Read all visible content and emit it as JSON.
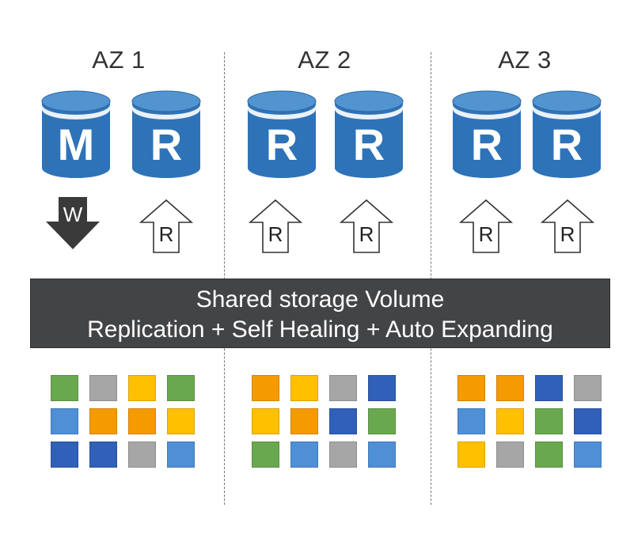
{
  "az_labels": [
    "AZ 1",
    "AZ 2",
    "AZ 3"
  ],
  "instances": [
    {
      "letter": "M"
    },
    {
      "letter": "R"
    },
    {
      "letter": "R"
    },
    {
      "letter": "R"
    },
    {
      "letter": "R"
    },
    {
      "letter": "R"
    }
  ],
  "arrows": [
    {
      "letter": "W",
      "direction": "down"
    },
    {
      "letter": "R",
      "direction": "up"
    },
    {
      "letter": "R",
      "direction": "up"
    },
    {
      "letter": "R",
      "direction": "up"
    },
    {
      "letter": "R",
      "direction": "up"
    },
    {
      "letter": "R",
      "direction": "up"
    }
  ],
  "storage": {
    "line1": "Shared storage Volume",
    "line2": "Replication + Self Healing + Auto Expanding"
  },
  "colors": {
    "db_body": "#2e73b8",
    "db_top": "#5294cf",
    "arrow_dark": "#3a3a3a",
    "bar": "#434446",
    "green": "#6aa84f",
    "gray": "#a6a6a6",
    "yellow": "#ffc000",
    "orange": "#f59b00",
    "light_blue": "#4f8fd6",
    "dark_blue": "#3060b8"
  },
  "blocks": [
    [
      [
        "green",
        "gray",
        "yellow",
        "green"
      ],
      [
        "light_blue",
        "orange",
        "orange",
        "yellow"
      ],
      [
        "dark_blue",
        "dark_blue",
        "gray",
        "light_blue"
      ]
    ],
    [
      [
        "orange",
        "yellow",
        "gray",
        "dark_blue"
      ],
      [
        "yellow",
        "orange",
        "dark_blue",
        "green"
      ],
      [
        "green",
        "light_blue",
        "gray",
        "light_blue"
      ]
    ],
    [
      [
        "orange",
        "orange",
        "dark_blue",
        "gray"
      ],
      [
        "light_blue",
        "yellow",
        "green",
        "dark_blue"
      ],
      [
        "yellow",
        "gray",
        "green",
        "light_blue"
      ]
    ]
  ]
}
